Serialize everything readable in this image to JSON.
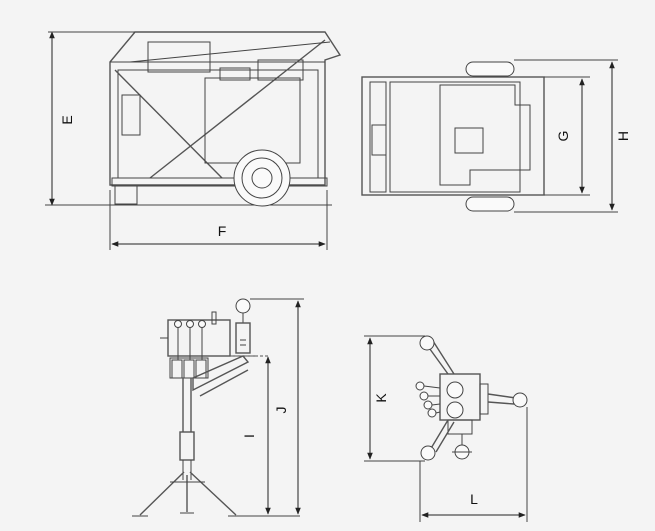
{
  "labels": {
    "E": "E",
    "F": "F",
    "G": "G",
    "H": "H",
    "I": "I",
    "J": "J",
    "K": "K",
    "L": "L"
  }
}
